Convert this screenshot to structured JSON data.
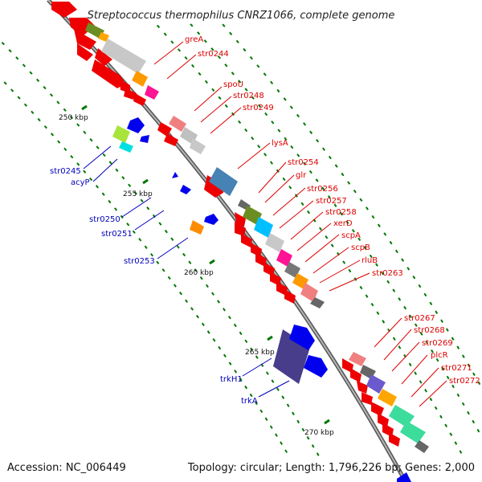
{
  "title": "Streptococcus thermophilus CNRZ1066, complete genome",
  "footer": {
    "accession": "Accession: NC_006449",
    "summary": "Topology: circular; Length: 1,796,226 bp; Genes: 2,000"
  },
  "scale_labels": [
    "250 kbp",
    "255 kbp",
    "260 kbp",
    "265 kbp",
    "270 kbp"
  ],
  "forward_labels": [
    "greA",
    "str0244",
    "spoU",
    "str0248",
    "str0249",
    "lysA",
    "str0254",
    "glr",
    "str0256",
    "str0257",
    "str0258",
    "xerD",
    "scpA",
    "scpB",
    "rluB",
    "str0263",
    "str0267",
    "str0268",
    "str0269",
    "plcR",
    "str0271",
    "str0272"
  ],
  "reverse_labels": [
    "str0245",
    "acyP",
    "str0250",
    "str0251",
    "str0253",
    "trkH1",
    "trkA"
  ],
  "colors": {
    "forward_label": "#dd0000",
    "reverse_label": "#0000bb",
    "backbone": "#8c8c8c",
    "tick": "#007700"
  }
}
